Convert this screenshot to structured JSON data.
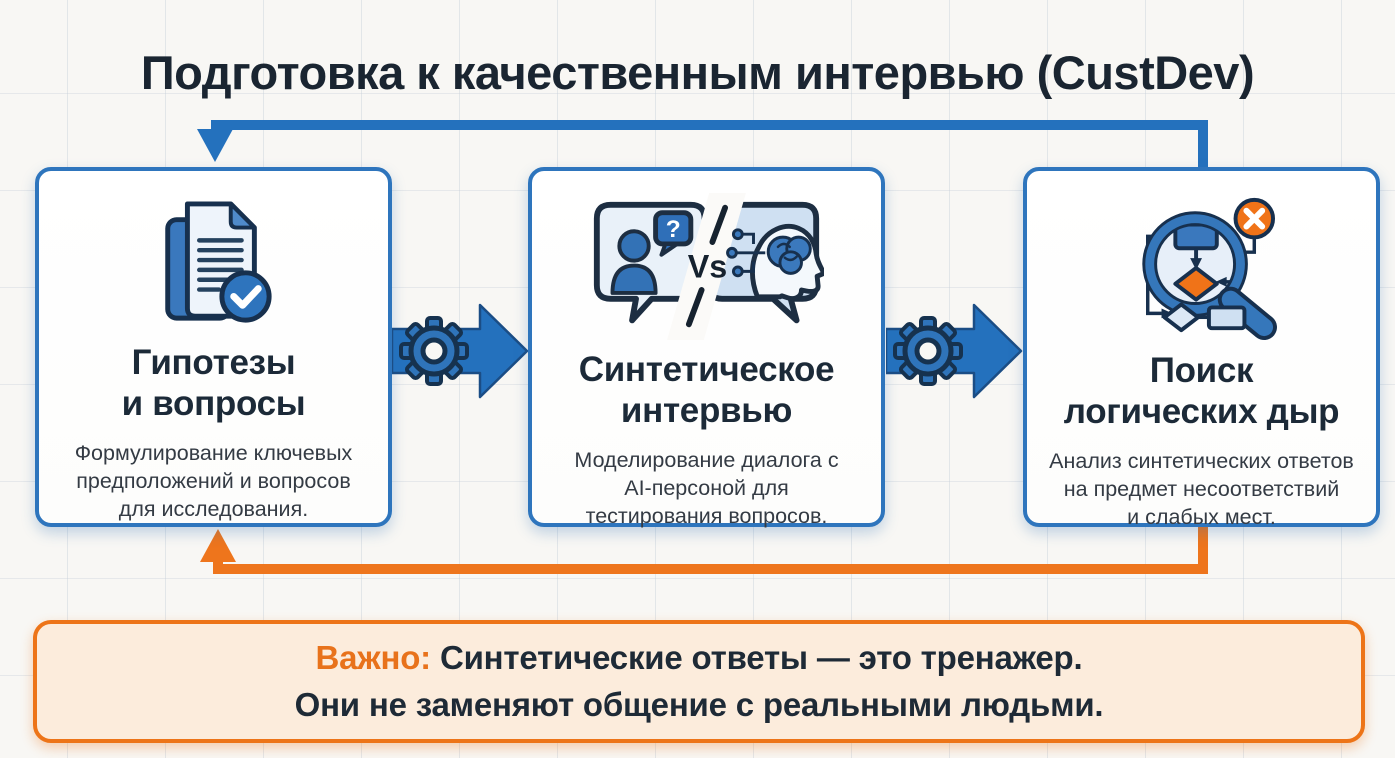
{
  "page_title": "Подготовка к качественным интервью (CustDev)",
  "steps": [
    {
      "title": "Гипотезы\nи вопросы",
      "description": "Формулирование ключевых\nпредположений и вопросов\nдля исследования.",
      "icon": "document-check-icon"
    },
    {
      "title": "Синтетическое\nинтервью",
      "description": "Моделирование диалога с\nAI-персоной для\nтестирования вопросов.",
      "icon": "human-vs-ai-chat-icon"
    },
    {
      "title": "Поиск\nлогических дыр",
      "description": "Анализ синтетических ответов\nна предмет несоответствий\nи слабых мест.",
      "icon": "magnifier-flowchart-icon"
    }
  ],
  "icon_labels": {
    "vs": "Vs",
    "question_mark": "?"
  },
  "note": {
    "label": "Важно:",
    "line1_rest": "Синтетические ответы — это тренажер.",
    "line2": "Они не заменяют общение с реальными людьми."
  },
  "colors": {
    "accent_blue": "#2471bd",
    "accent_orange": "#ee751c",
    "card_border": "#2e75bd",
    "note_background": "#fcecdc",
    "heading_text": "#1a2531"
  }
}
